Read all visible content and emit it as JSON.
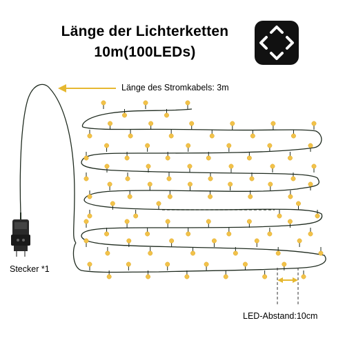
{
  "header": {
    "title_line1": "Länge der Lichterketten",
    "title_line2": "10m(100LEDs)",
    "badge_icon": "resize-arrows-icon"
  },
  "labels": {
    "power_cable": "Länge des Stromkabels: 3m",
    "plug": "Stecker *1",
    "led_spacing": "LED-Abstand:10cm"
  },
  "colors": {
    "led_glow": "#f2c24a",
    "arrow": "#e6b830",
    "wire": "#1e2a1e",
    "badge_bg": "#111111"
  }
}
